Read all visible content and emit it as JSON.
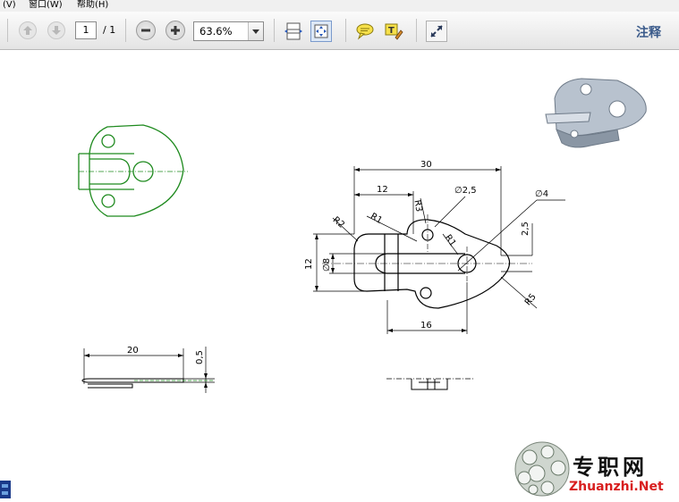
{
  "menu": {
    "view": "(V)",
    "window": "窗口(W)",
    "help": "帮助(H)"
  },
  "toolbar": {
    "page_current": "1",
    "page_total": "/ 1",
    "zoom": "63.6%",
    "annotations_label": "注释"
  },
  "drawing": {
    "dim_30": "30",
    "dim_12_top": "12",
    "dim_phi25": "∅2,5",
    "dim_phi4": "∅4",
    "dim_r3": "R3",
    "dim_r1_a": "R1",
    "dim_r1_b": "R1",
    "dim_r2": "R2",
    "dim_25_v": "2,5",
    "dim_phi8": "∅8",
    "dim_12_v": "12",
    "dim_16": "16",
    "dim_r5": "R5",
    "dim_20": "20",
    "dim_05": "0,5"
  },
  "watermark": {
    "chinese": "专职网",
    "domain": "Zhuanzhi.Net"
  },
  "colors": {
    "accent_annot": "#3a5a8a",
    "sketch_green": "#1e8a1e",
    "brand_red": "#d81e1e"
  }
}
